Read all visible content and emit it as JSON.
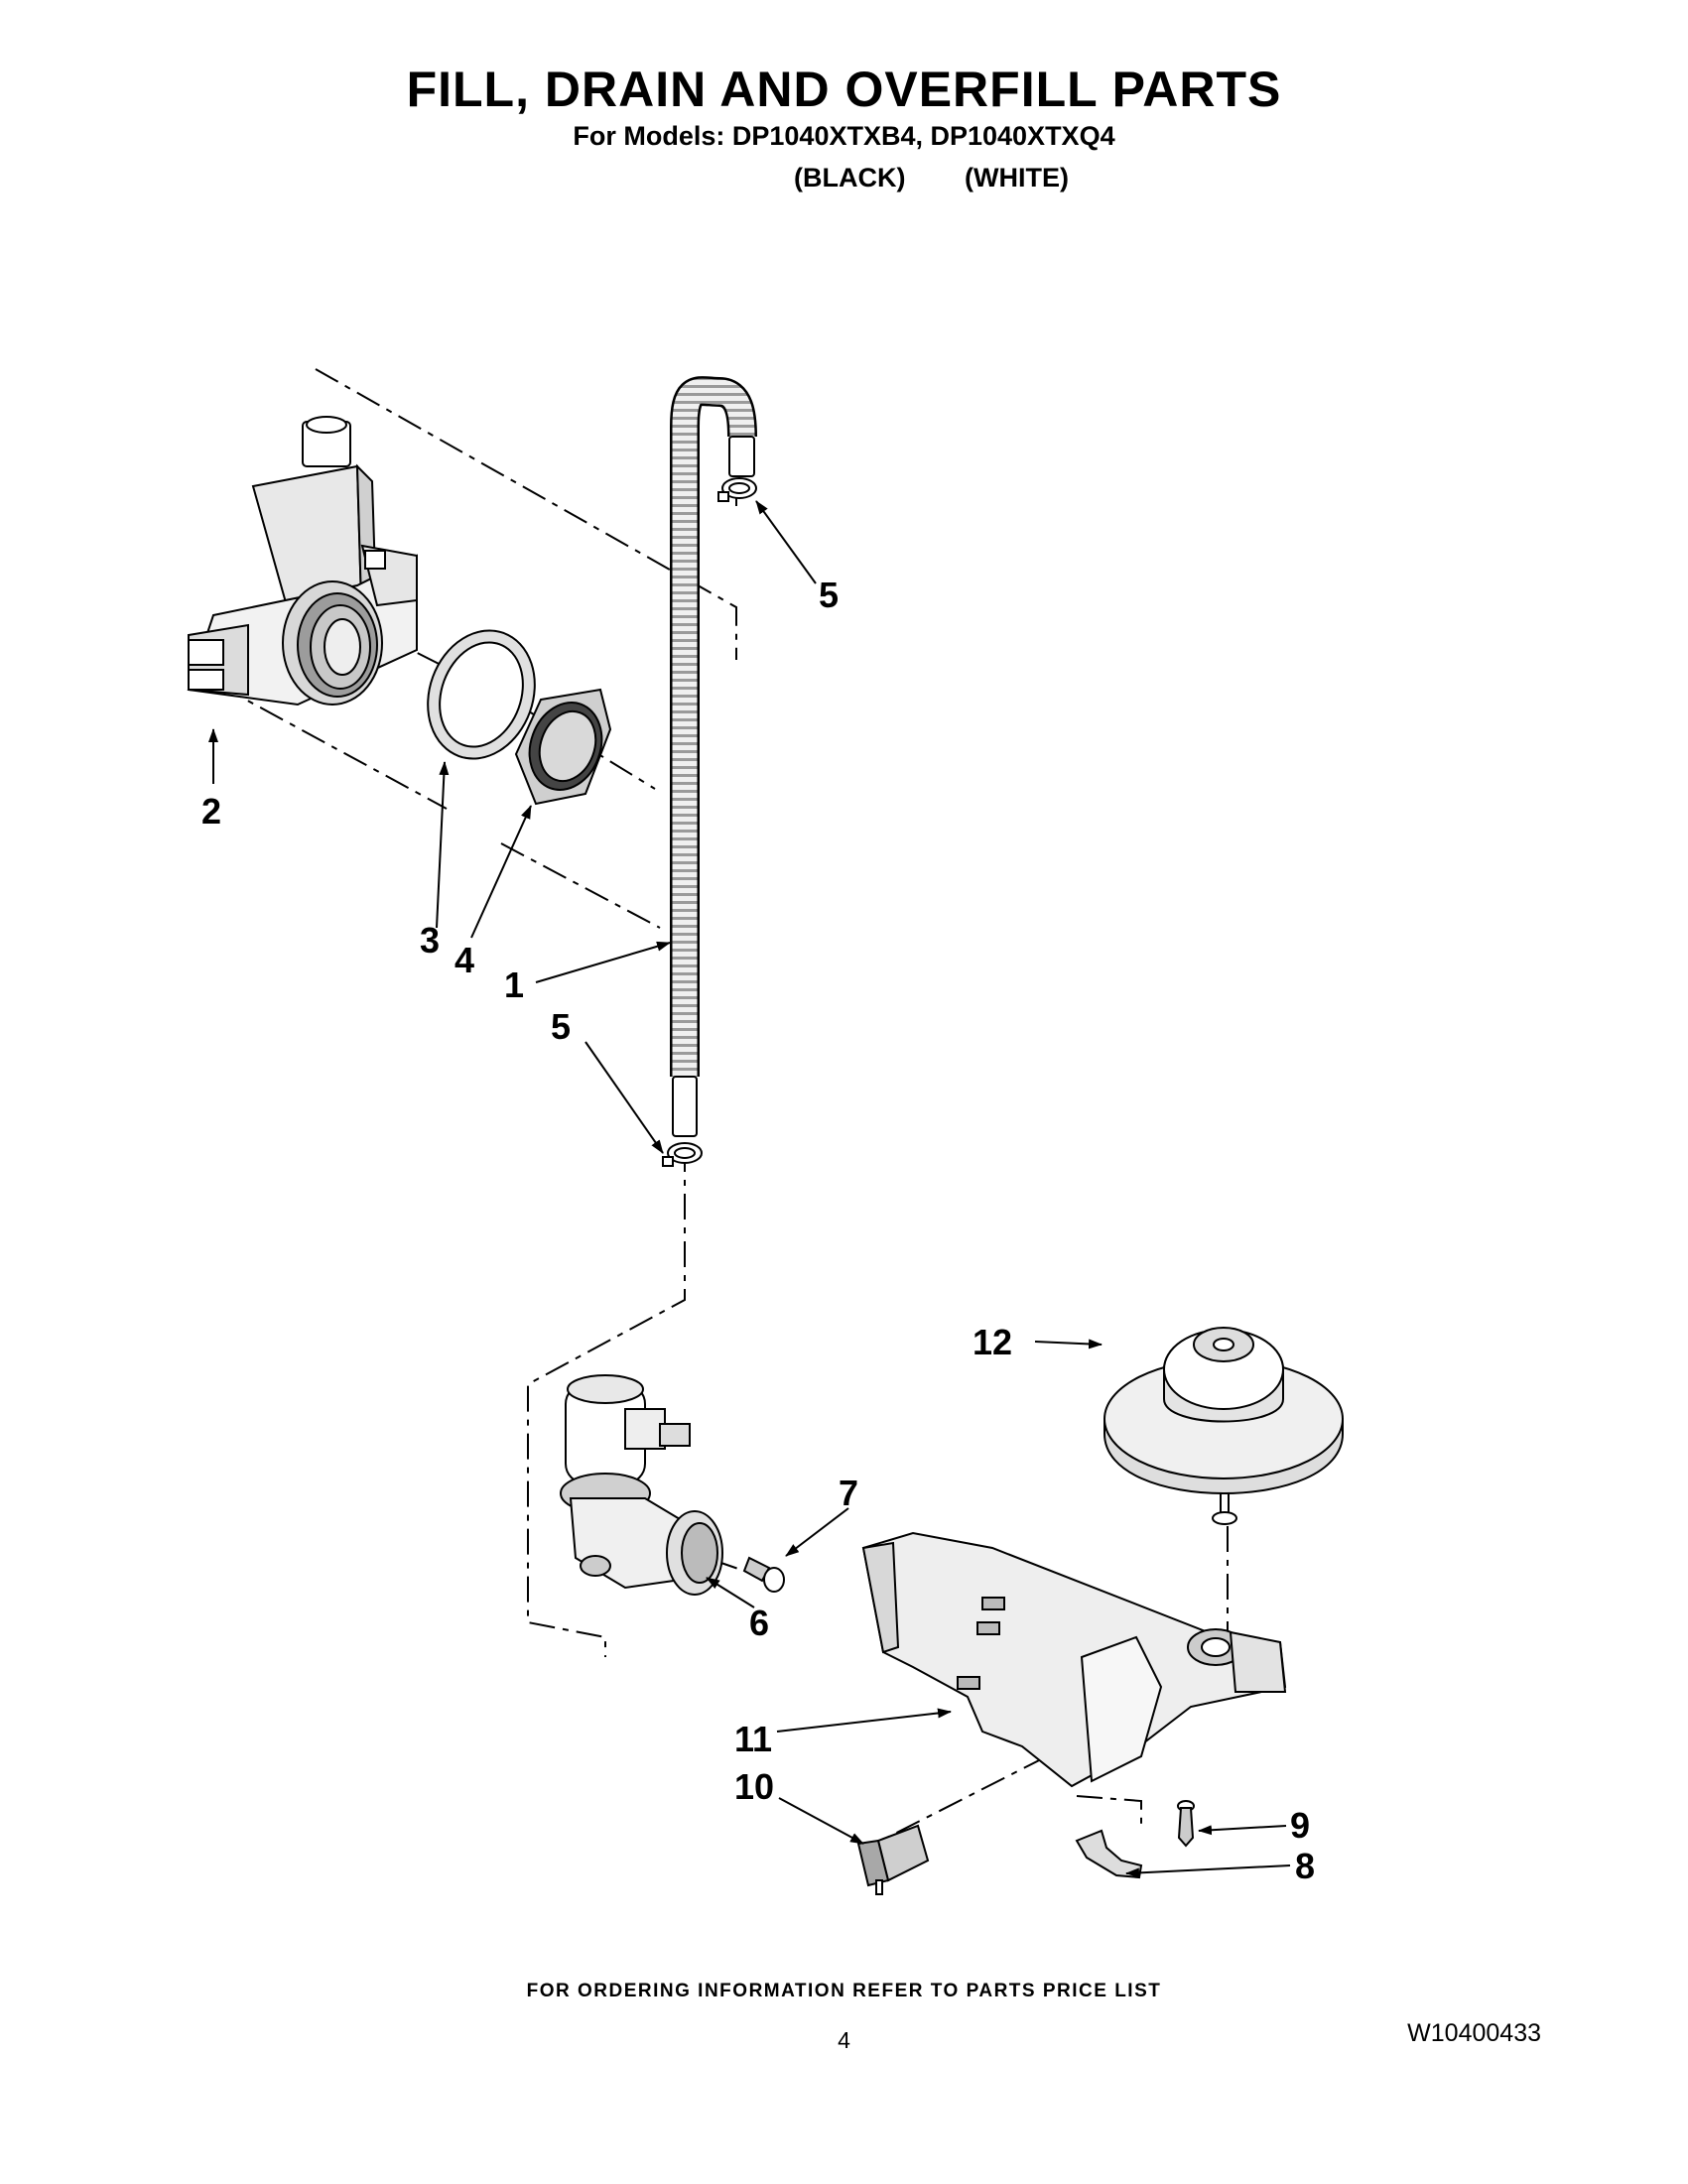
{
  "page": {
    "title": "FILL, DRAIN AND OVERFILL PARTS",
    "models_line": "For Models: DP1040XTXB4, DP1040XTXQ4",
    "color_1": "(BLACK)",
    "color_2": "(WHITE)",
    "footer": "FOR ORDERING INFORMATION REFER TO PARTS PRICE LIST",
    "page_number": "4",
    "document_number": "W10400433"
  },
  "callouts": {
    "c1": "1",
    "c2": "2",
    "c3": "3",
    "c4": "4",
    "c5a": "5",
    "c5b": "5",
    "c6": "6",
    "c7": "7",
    "c8": "8",
    "c9": "9",
    "c10": "10",
    "c11": "11",
    "c12": "12"
  }
}
